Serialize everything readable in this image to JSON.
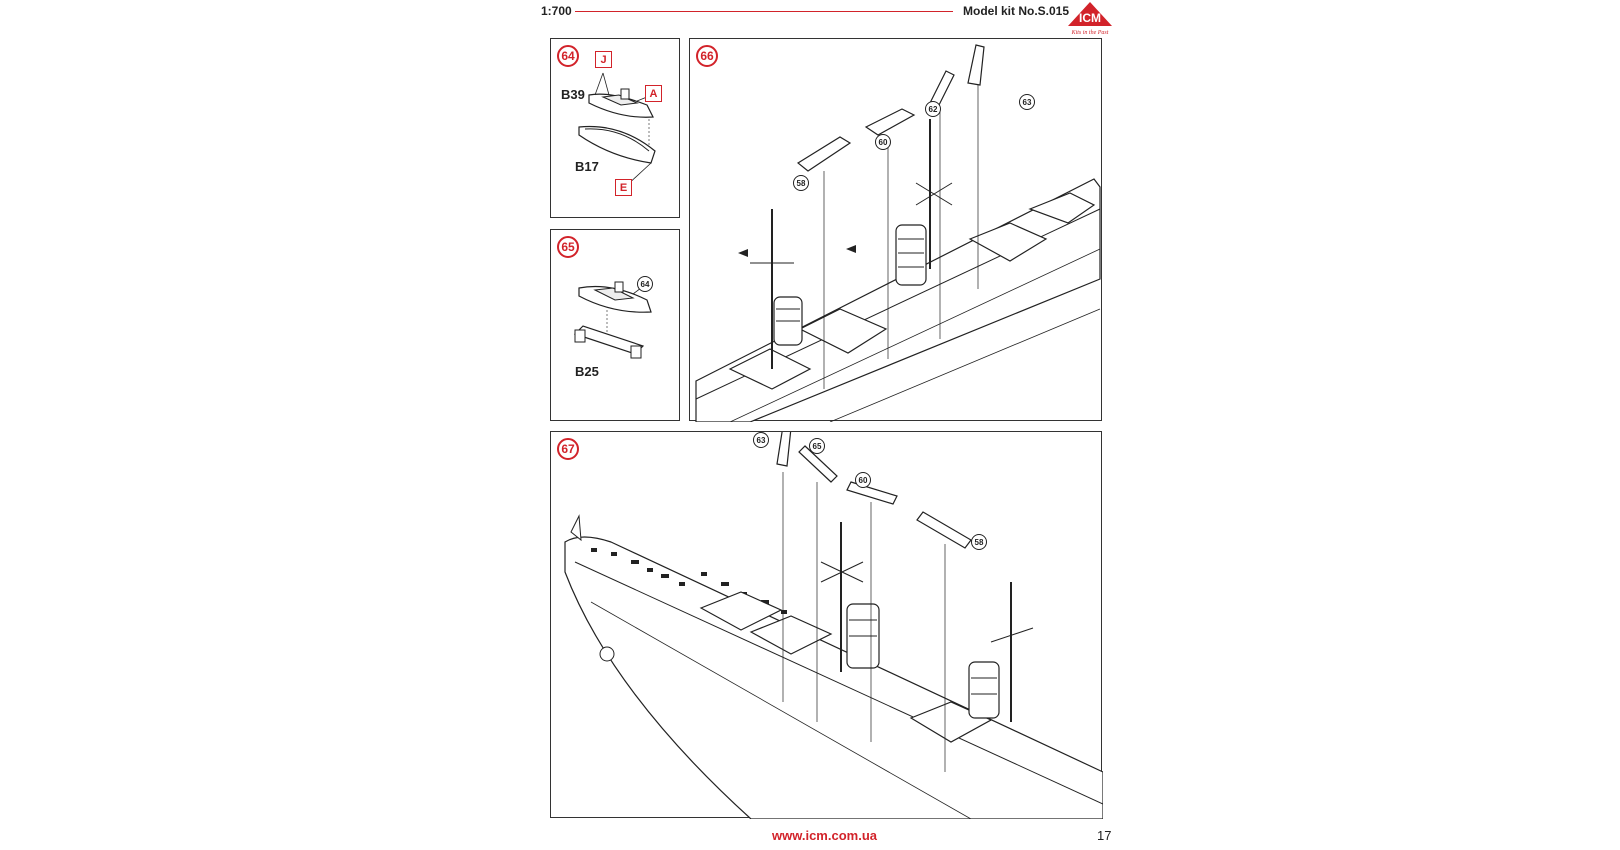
{
  "header": {
    "scale": "1:700",
    "model_kit": "Model kit No.S.015",
    "brand": "ICM",
    "slogan": "Kits in the Past"
  },
  "steps": {
    "s64": {
      "number": "64",
      "parts": {
        "upper": "B39",
        "lower": "B17"
      },
      "callouts": [
        "J",
        "A",
        "E"
      ]
    },
    "s65": {
      "number": "65",
      "parts": {
        "stand": "B25"
      },
      "refs": [
        "64"
      ]
    },
    "s66": {
      "number": "66",
      "refs": [
        "58",
        "60",
        "62",
        "63"
      ]
    },
    "s67": {
      "number": "67",
      "refs": [
        "63",
        "65",
        "60",
        "58"
      ]
    }
  },
  "footer": {
    "url": "www.icm.com.ua",
    "page": "17"
  },
  "colors": {
    "accent": "#d2232a",
    "ink": "#222222"
  }
}
